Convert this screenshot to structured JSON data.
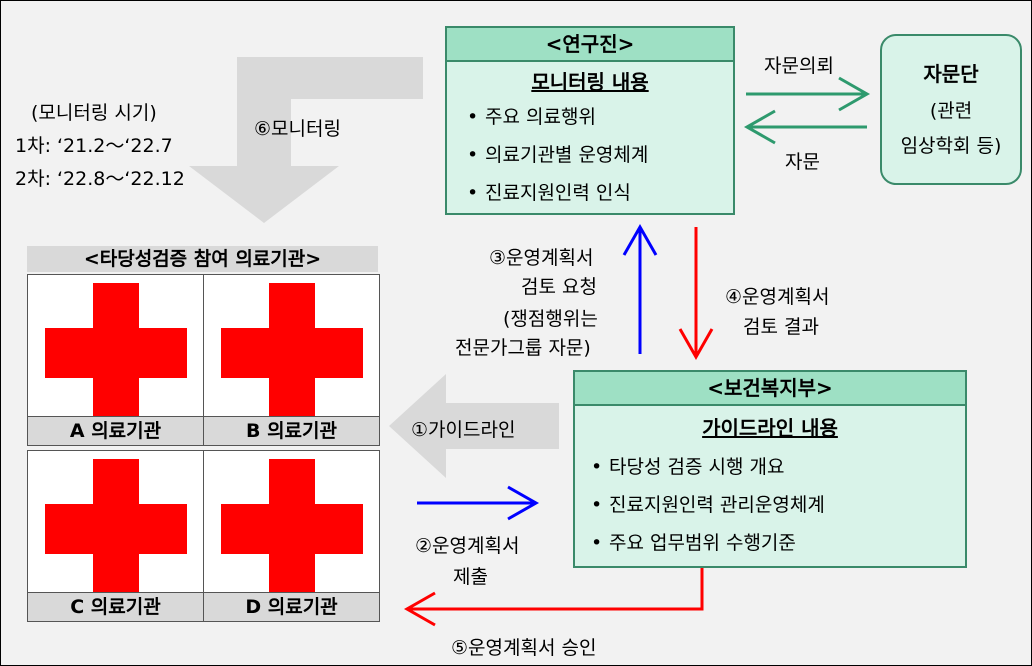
{
  "researchers": {
    "title": "<연구진>",
    "subtitle": "모니터링 내용",
    "items": [
      "주요 의료행위",
      "의료기관별 운영체계",
      "진료지원인력 인식"
    ]
  },
  "advisory": {
    "title": "자문단",
    "note_line1": "(관련",
    "note_line2": "임상학회 등)"
  },
  "ministry": {
    "title": "<보건복지부>",
    "subtitle": "가이드라인 내용",
    "items": [
      "타당성 검증 시행 개요",
      "진료지원인력 관리운영체계",
      "주요 업무범위 수행기준"
    ]
  },
  "institutions": {
    "title": "<타당성검증 참여 의료기관>",
    "labels": [
      "A 의료기관",
      "B 의료기관",
      "C 의료기관",
      "D 의료기관"
    ]
  },
  "monitoring_period": {
    "title": "(모니터링 시기)",
    "first": "1차: ‘21.2～‘22.7",
    "second": "2차: ‘22.8～‘22.12"
  },
  "flows": {
    "advice_request": "자문의뢰",
    "advice": "자문",
    "step1": "①가이드라인",
    "step2_line1": "②운영계획서",
    "step2_line2": "제출",
    "step3_line1": "③운영계획서",
    "step3_line2": "검토 요청",
    "step3_note1": "(쟁점행위는",
    "step3_note2": "전문가그룹 자문)",
    "step4_line1": "④운영계획서",
    "step4_line2": "검토 결과",
    "step5": "⑤운영계획서 승인",
    "step6": "⑥모니터링"
  },
  "colors": {
    "box_fill": "#d9f3e9",
    "box_header": "#9ee0c4",
    "box_border": "#3a8a6a",
    "cross": "#ff0000",
    "arrow_green": "#2e9a6e",
    "arrow_blue": "#0000ff",
    "arrow_red": "#ff0000",
    "arrow_gray": "#d9d9d9"
  }
}
